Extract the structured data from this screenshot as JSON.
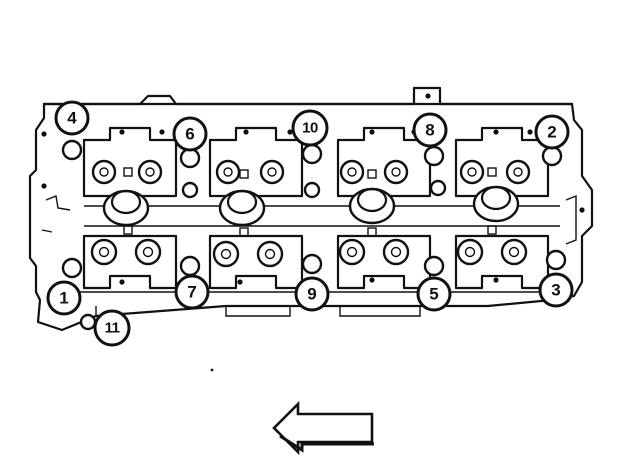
{
  "callouts": [
    {
      "id": "1",
      "label": "1"
    },
    {
      "id": "2",
      "label": "2"
    },
    {
      "id": "3",
      "label": "3"
    },
    {
      "id": "4",
      "label": "4"
    },
    {
      "id": "5",
      "label": "5"
    },
    {
      "id": "6",
      "label": "6"
    },
    {
      "id": "7",
      "label": "7"
    },
    {
      "id": "8",
      "label": "8"
    },
    {
      "id": "9",
      "label": "9"
    },
    {
      "id": "10",
      "label": "10"
    },
    {
      "id": "11",
      "label": "11"
    }
  ],
  "arrow": {
    "direction": "left"
  },
  "colors": {
    "ink": "#111111",
    "background": "#ffffff"
  }
}
